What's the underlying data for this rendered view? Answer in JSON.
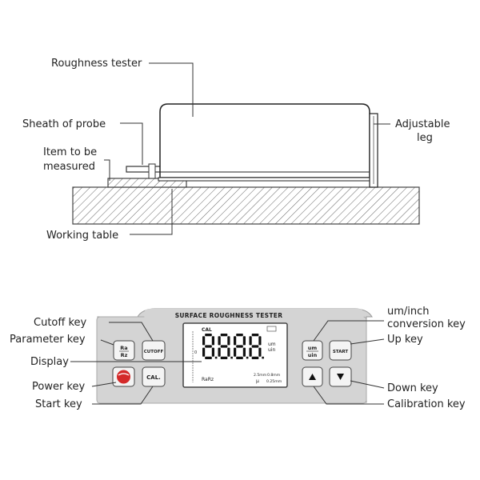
{
  "top_diagram": {
    "labels": {
      "roughness_tester": "Roughness tester",
      "sheath_of_probe": "Sheath of probe",
      "item_line1": "Item to be",
      "item_line2": "measured",
      "adjustable_line1": "Adjustable",
      "adjustable_line2": "leg",
      "working_table": "Working table"
    }
  },
  "panel": {
    "title": "SURFACE ROUGHNESS TESTER",
    "keys": {
      "ra_rz_top": "Ra",
      "ra_rz_bottom": "Rz",
      "cutoff": "CUTOFF",
      "cal": "CAL.",
      "um_top": "um",
      "um_bottom": "uin",
      "start": "START"
    },
    "lcd": {
      "cal": "CAL",
      "digits": "8.8.8.8",
      "unit_um": "um",
      "unit_uin": "uin",
      "rarz": "RaRz",
      "cut1": "2.5mm",
      "cut2": "0.8mm",
      "cut3": "0.25mm",
      "left_marker": "0"
    },
    "labels": {
      "cutoff_key": "Cutoff key",
      "parameter_key": "Parameter key",
      "display": "Display",
      "power_key": "Power key",
      "start_key": "Start key",
      "um_inch_line1": "um/inch",
      "um_inch_line2": "conversion key",
      "up_key": "Up key",
      "down_key": "Down key",
      "calibration_key": "Calibration key"
    },
    "colors": {
      "panel": "#d4d4d4",
      "lcd": "#ffffff",
      "power": "#d42a2a"
    }
  }
}
